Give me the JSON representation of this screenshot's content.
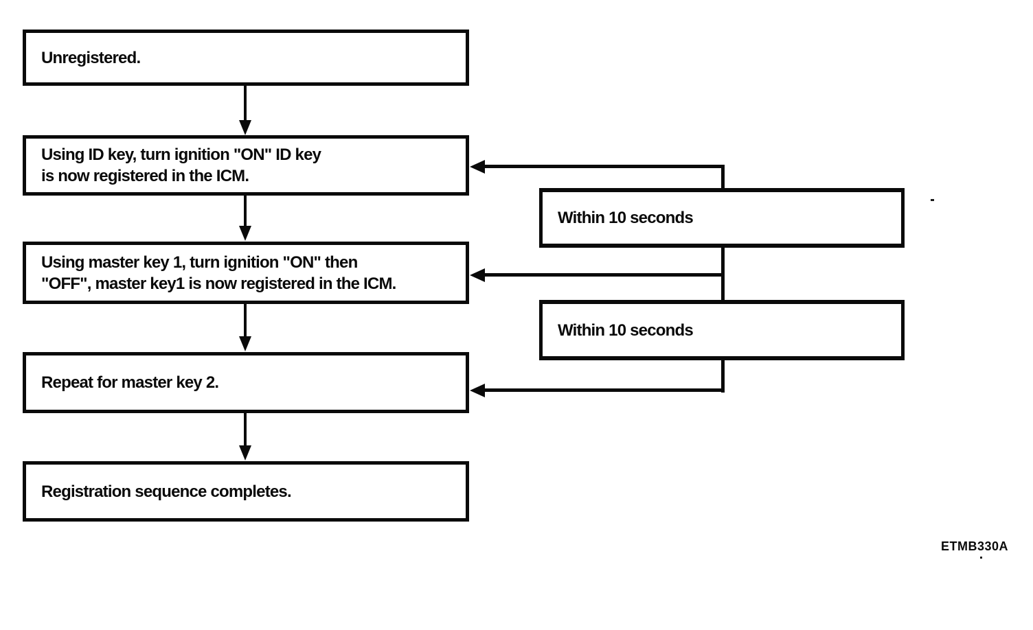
{
  "diagram": {
    "title": "Key registration sequence flowchart",
    "colors": {
      "background": "#ffffff",
      "line": "#0a0a0a",
      "text": "#0a0a0a"
    },
    "steps": [
      {
        "lines": [
          "Unregistered."
        ]
      },
      {
        "lines": [
          "Using ID key, turn ignition \"ON\" ID key",
          "is now registered in the ICM."
        ]
      },
      {
        "lines": [
          "Using master key 1, turn ignition \"ON\" then",
          "\"OFF\", master key1 is now registered in the ICM."
        ]
      },
      {
        "lines": [
          "Repeat for master key 2."
        ]
      },
      {
        "lines": [
          "Registration sequence completes."
        ]
      }
    ],
    "timers": [
      {
        "label": "Within 10 seconds"
      },
      {
        "label": "Within 10 seconds"
      }
    ],
    "figure_code": "ETMB330A"
  }
}
